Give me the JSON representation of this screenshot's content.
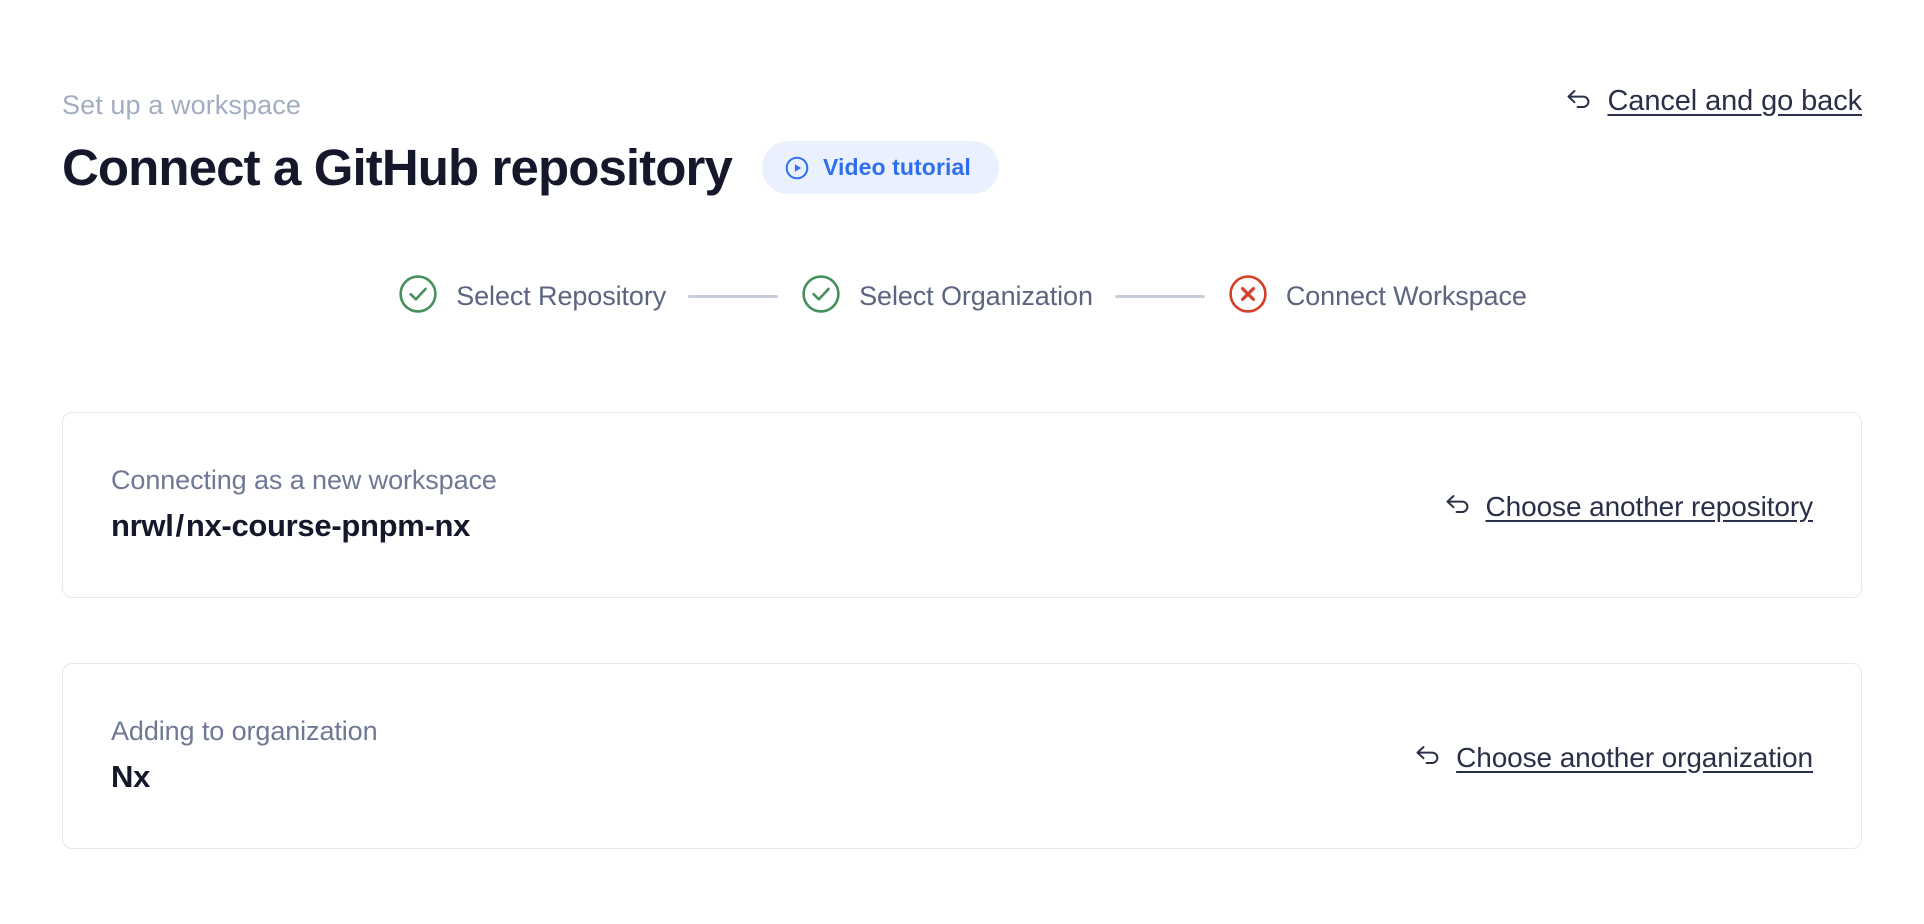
{
  "header": {
    "eyebrow": "Set up a workspace",
    "title": "Connect a GitHub repository",
    "video_badge": {
      "label": "Video tutorial",
      "icon": "play-circle-icon",
      "bg_color": "#eaf0fe",
      "text_color": "#2f6fed"
    },
    "cancel_link": {
      "label": "Cancel and go back",
      "icon": "back-arrow-icon"
    }
  },
  "stepper": {
    "connector_color": "#c7cddd",
    "steps": [
      {
        "label": "Select Repository",
        "state": "complete",
        "icon": "check-circle-icon",
        "icon_color": "#45905c"
      },
      {
        "label": "Select Organization",
        "state": "complete",
        "icon": "check-circle-icon",
        "icon_color": "#45905c"
      },
      {
        "label": "Connect Workspace",
        "state": "error",
        "icon": "x-circle-icon",
        "icon_color": "#d6402a"
      }
    ]
  },
  "cards": [
    {
      "name": "repository-card",
      "caption": "Connecting as a new workspace",
      "value_owner": "nrwl",
      "value_separator": "/",
      "value_name": "nx-course-pnpm-nx",
      "action": {
        "label": "Choose another repository",
        "icon": "back-arrow-icon"
      }
    },
    {
      "name": "organization-card",
      "caption": "Adding to organization",
      "value_owner": "",
      "value_separator": "",
      "value_name": "Nx",
      "action": {
        "label": "Choose another organization",
        "icon": "back-arrow-icon"
      }
    }
  ]
}
